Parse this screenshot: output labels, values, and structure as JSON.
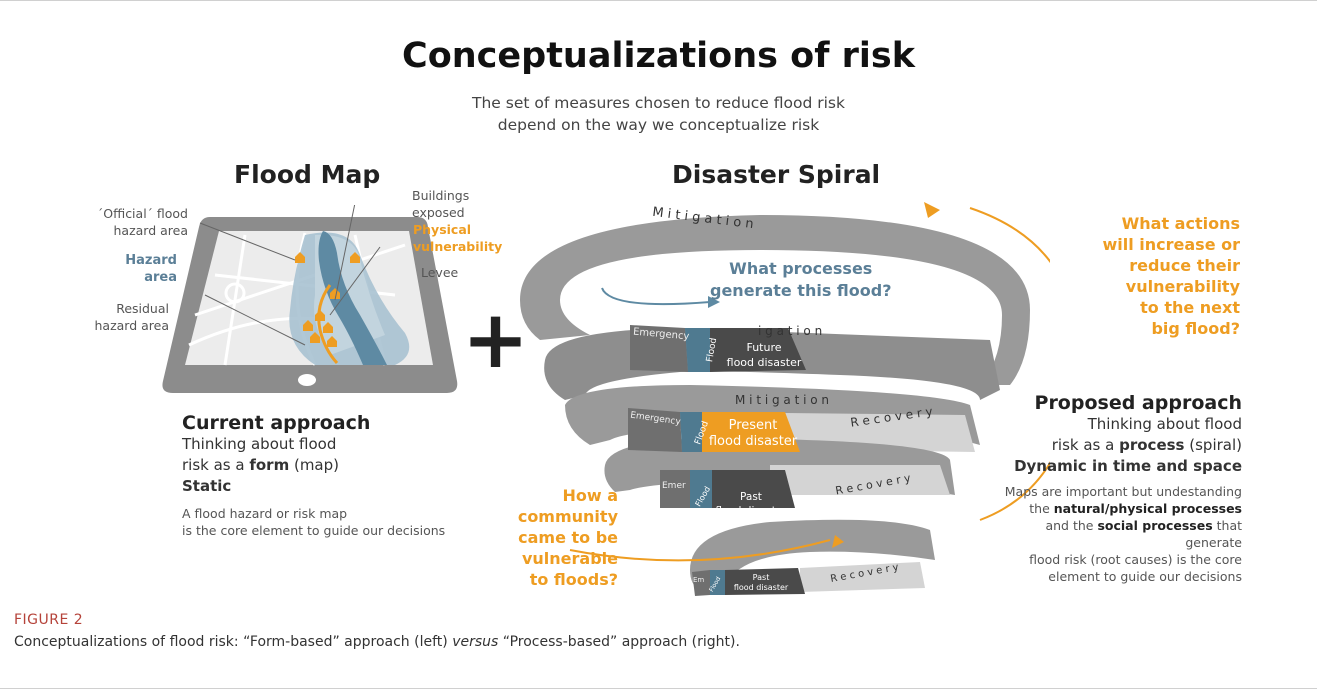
{
  "title": "Conceptualizations of risk",
  "subtitle_lines": [
    "The set of measures chosen to reduce flood risk",
    "depend on the way we conceptualize risk"
  ],
  "flood_map": {
    "title": "Flood Map",
    "labels": {
      "official_1": "´Official´ flood",
      "official_2": "hazard area",
      "hazard_1": "Hazard",
      "hazard_2": "area",
      "residual_1": "Residual",
      "residual_2": "hazard area",
      "buildings_1": "Buildings",
      "buildings_2": "exposed",
      "physical_1": "Physical",
      "physical_2": "vulnerability",
      "levee": "Levee"
    },
    "plus": "+",
    "approach": {
      "heading": "Current approach",
      "line1": "Thinking about flood",
      "line2_pre": "risk as a ",
      "line2_bold": "form",
      "line2_post": " (map)",
      "line3": "Static",
      "note1": "A flood hazard or risk map",
      "note2": "is the core element to guide our decisions"
    }
  },
  "spiral": {
    "title": "Disaster Spiral",
    "question_processes_1": "What processes",
    "question_processes_2": "generate this flood?",
    "question_actions": [
      "What actions",
      "will increase or",
      "reduce their",
      "vulnerability",
      "to the next",
      "big flood?"
    ],
    "question_community": [
      "How a",
      "community",
      "came to be",
      "vulnerable",
      "to floods?"
    ],
    "ring_labels": {
      "mitigation": "M i t i g a t i o n",
      "mitigation_partial": "i g a t i o n",
      "recovery": "R e c o v e r y",
      "emergency": "Emergency",
      "emergency_short": "Emer",
      "emergency_tiny": "Em",
      "flood": "Flood"
    },
    "disasters": {
      "future_1": "Future",
      "future_2": "flood disaster",
      "present_1": "Present",
      "present_2": "flood disaster",
      "past_1": "Past",
      "past_2": "flood disaster"
    },
    "approach": {
      "heading": "Proposed approach",
      "line1": "Thinking about flood",
      "line2_pre": "risk as a ",
      "line2_bold": "process",
      "line2_post": " (spiral)",
      "line3": "Dynamic in time and space",
      "note1": "Maps are important but undestanding",
      "note2_pre": "the ",
      "note2_bold": "natural/physical processes",
      "note3_pre": "and the ",
      "note3_bold": "social processes",
      "note3_post": " that generate",
      "note4": "flood risk (root causes) is the core",
      "note5": "element to guide our decisions"
    }
  },
  "colors": {
    "ring": "#9a9a9a",
    "ring_dark": "#6f6f6f",
    "ring_light": "#d4d4d4",
    "disaster": "#4a4a4a",
    "flood_blue": "#4f7a90",
    "orange": "#ee9d22",
    "water": "#5e8aa3",
    "hazard": "#a9c2d1"
  },
  "figure_label": "FIGURE 2",
  "caption_pre": "Conceptualizations of flood risk: “Form-based” approach (left) ",
  "caption_italic": "versus",
  "caption_post": " “Process-based” approach (right)."
}
